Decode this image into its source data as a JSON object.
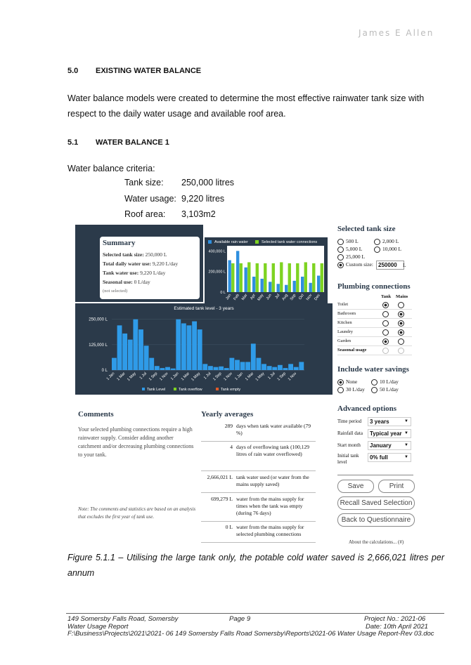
{
  "header": {
    "company": "James E Allen"
  },
  "section": {
    "number": "5.0",
    "title": "EXISTING WATER BALANCE",
    "body": "Water balance models were created to determine the most effective rainwater tank size with respect to the daily water usage and available roof area."
  },
  "subsection": {
    "number": "5.1",
    "title": "WATER BALANCE 1",
    "intro": "Water balance criteria:"
  },
  "criteria": [
    {
      "bullet": "",
      "label": "Tank size:",
      "value": "250,000 litres"
    },
    {
      "bullet": "",
      "label": "Water usage:",
      "value": "9,220 litres"
    },
    {
      "bullet": "",
      "label": "Roof area:",
      "value": "3,103m2"
    }
  ],
  "summary": {
    "title": "Summary",
    "rows": [
      {
        "label": "Selected tank size:",
        "value": "250,000 L"
      },
      {
        "label": "Total daily water use:",
        "value": "9,220 L/day"
      },
      {
        "label": "Tank water use:",
        "value": "9,220 L/day"
      },
      {
        "label": "Seasonal use:",
        "value": "0 L/day"
      }
    ],
    "note": "(not selected)"
  },
  "chart_data": [
    {
      "type": "bar",
      "series": [
        {
          "name": "Available rain water",
          "values": [
            310000,
            400000,
            240000,
            150000,
            130000,
            100000,
            80000,
            70000,
            110000,
            150000,
            90000,
            160000
          ]
        },
        {
          "name": "Selected tank water connections",
          "values": [
            280000,
            280000,
            290000,
            280000,
            280000,
            280000,
            290000,
            280000,
            280000,
            290000,
            280000,
            280000
          ]
        }
      ],
      "legend": [
        "Available rain water",
        "Selected tank water connections"
      ],
      "categories": [
        "Jan",
        "Feb",
        "Mar",
        "Apr",
        "May",
        "Jun",
        "Jul",
        "Aug",
        "Sep",
        "Oct",
        "Nov",
        "Dec"
      ],
      "yticks": [
        "400,000 L",
        "200,000 L",
        "0 L"
      ],
      "ylim": [
        0,
        450000
      ],
      "colors": {
        "Available rain water": "#2f8fdf",
        "Selected tank water connections": "#7ed321"
      }
    },
    {
      "type": "area",
      "title": "Estimated tank level - 3 years",
      "yticks": [
        "250,000 L",
        "125,000 L",
        "0 L"
      ],
      "ylim": [
        0,
        280000
      ],
      "xticks": [
        "1 Jan",
        "1 Mar",
        "1 May",
        "1 Jul",
        "1 Sep",
        "1 Nov",
        "1 Jan",
        "1 Mar",
        "1 May",
        "1 Jul",
        "1 Sep",
        "1 Nov",
        "1 Jan",
        "1 Mar",
        "1 May",
        "1 Jul",
        "1 Sep",
        "1 Nov"
      ],
      "series": [
        {
          "name": "Tank Level",
          "color": "#2f9be8",
          "values": [
            60000,
            220000,
            180000,
            150000,
            250000,
            200000,
            120000,
            60000,
            20000,
            10000,
            15000,
            8000,
            250000,
            230000,
            220000,
            240000,
            200000,
            30000,
            20000,
            15000,
            18000,
            10000,
            60000,
            50000,
            40000,
            40000,
            130000,
            60000,
            30000,
            20000,
            15000,
            25000,
            10000,
            30000,
            15000,
            40000
          ]
        },
        {
          "name": "Tank overflow",
          "color": "#7ed321"
        },
        {
          "name": "Tank empty",
          "color": "#e05a2a"
        }
      ]
    }
  ],
  "selected_tank": {
    "title": "Selected tank size",
    "options": [
      "500 L",
      "2,000 L",
      "5,000 L",
      "10,000 L",
      "25,000 L"
    ],
    "custom_label": "Custom size:",
    "custom_value": "250000",
    "unit": "L"
  },
  "plumbing": {
    "title": "Plumbing connections",
    "col_tank": "Tank",
    "col_mains": "Mains",
    "rows": [
      "Toilet",
      "Bathroom",
      "Kitchen",
      "Laundry",
      "Garden",
      "Seasonal usage"
    ]
  },
  "savings": {
    "title": "Include water savings",
    "options": [
      "None",
      "10 L/day",
      "30 L/day",
      "50 L/day"
    ]
  },
  "advanced": {
    "title": "Advanced options",
    "rows": [
      {
        "label": "Time period",
        "value": "3 years"
      },
      {
        "label": "Rainfall data",
        "value": "Typical year"
      },
      {
        "label": "Start month",
        "value": "January"
      },
      {
        "label": "Initial tank level",
        "value": "0% full"
      }
    ]
  },
  "buttons": {
    "save": "Save",
    "print": "Print",
    "recall": "Recall Saved Selection",
    "back": "Back to Questionnaire",
    "about": "About the calculations... (#)"
  },
  "comments": {
    "title": "Comments",
    "text": "Your selected plumbing connections require a high rainwater supply. Consider adding another catchment and/or decreasing plumbing connections to your tank.",
    "note": "Note: The comments and statistics are based on an analysis that excludes the first year of tank use."
  },
  "yearly": {
    "title": "Yearly averages",
    "rows": [
      {
        "value": "289",
        "desc": "days when tank water available (79 %)"
      },
      {
        "value": "4",
        "desc": "days of overflowing tank (100,129 litres of rain water overflowed)"
      },
      {
        "value": "2,666,021 L",
        "desc": "tank water used (or water from the mains supply saved)"
      },
      {
        "value": "699,279 L",
        "desc": "water from the mains supply for times when the tank was empty (during 76 days)"
      },
      {
        "value": "0 L",
        "desc": "water from the mains supply for selected plumbing connections"
      }
    ]
  },
  "caption": "Figure 5.1.1 – Utilising the large tank only, the potable cold water saved is 2,666,021 litres per annum",
  "footer": {
    "address": "149 Somersby Falls Road, Somersby",
    "page": "Page 9",
    "project": "Project No.: 2021-06",
    "report": "Water Usage Report",
    "date": "Date: 10th April 2021",
    "path": "F:\\Business\\Projects\\2021\\2021- 06 149 Somersby Falls Road Somersby\\Reports\\2021-06 Water Usage Report-Rev 03.doc"
  }
}
